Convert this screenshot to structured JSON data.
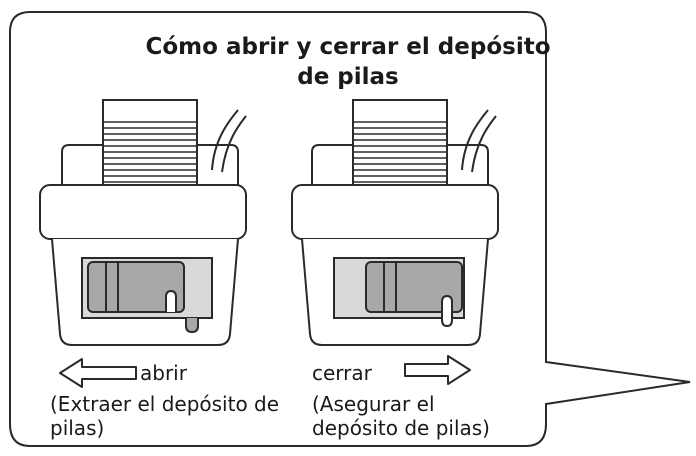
{
  "callout": {
    "title_line1": "Cómo abrir y cerrar el depósito",
    "title_line2": "de pilas"
  },
  "left_panel": {
    "action_label": "abrir",
    "description_line1": "(Extraer el depósito de",
    "description_line2": "pilas)",
    "arrow_icon": "arrow-left-icon"
  },
  "right_panel": {
    "action_label": "cerrar",
    "description_line1": "(Asegurar el",
    "description_line2": "depósito de pilas)",
    "arrow_icon": "arrow-right-icon"
  },
  "colors": {
    "outline": "#2a2a2a",
    "battery_slot": "#d9d9d9",
    "battery_body": "#a8a8a8",
    "background": "#ffffff"
  }
}
